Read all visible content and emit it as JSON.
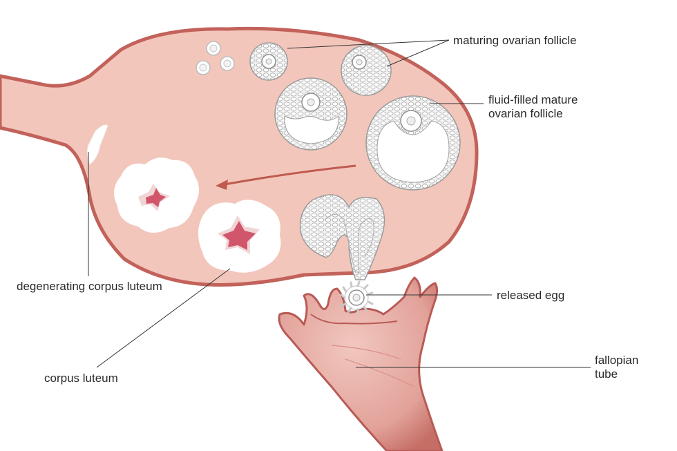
{
  "labels": {
    "maturing_follicle": "maturing ovarian follicle",
    "fluid_filled_line1": "fluid-filled mature",
    "fluid_filled_line2": "ovarian follicle",
    "degenerating": "degenerating corpus luteum",
    "released_egg": "released egg",
    "corpus_luteum": "corpus luteum",
    "fallopian_line1": "fallopian",
    "fallopian_line2": "tube"
  },
  "colors": {
    "ovary_fill": "#f3c6bb",
    "ovary_edge": "#c2625a",
    "follicle_cell": "#e8e8e8",
    "follicle_outline": "#9a9a9a",
    "corpus_core": "#d2566b",
    "tube_fill": "#e2a69e",
    "tube_edge": "#b85a55",
    "leader_line": "#333333",
    "arrow": "#bf5a4f"
  }
}
